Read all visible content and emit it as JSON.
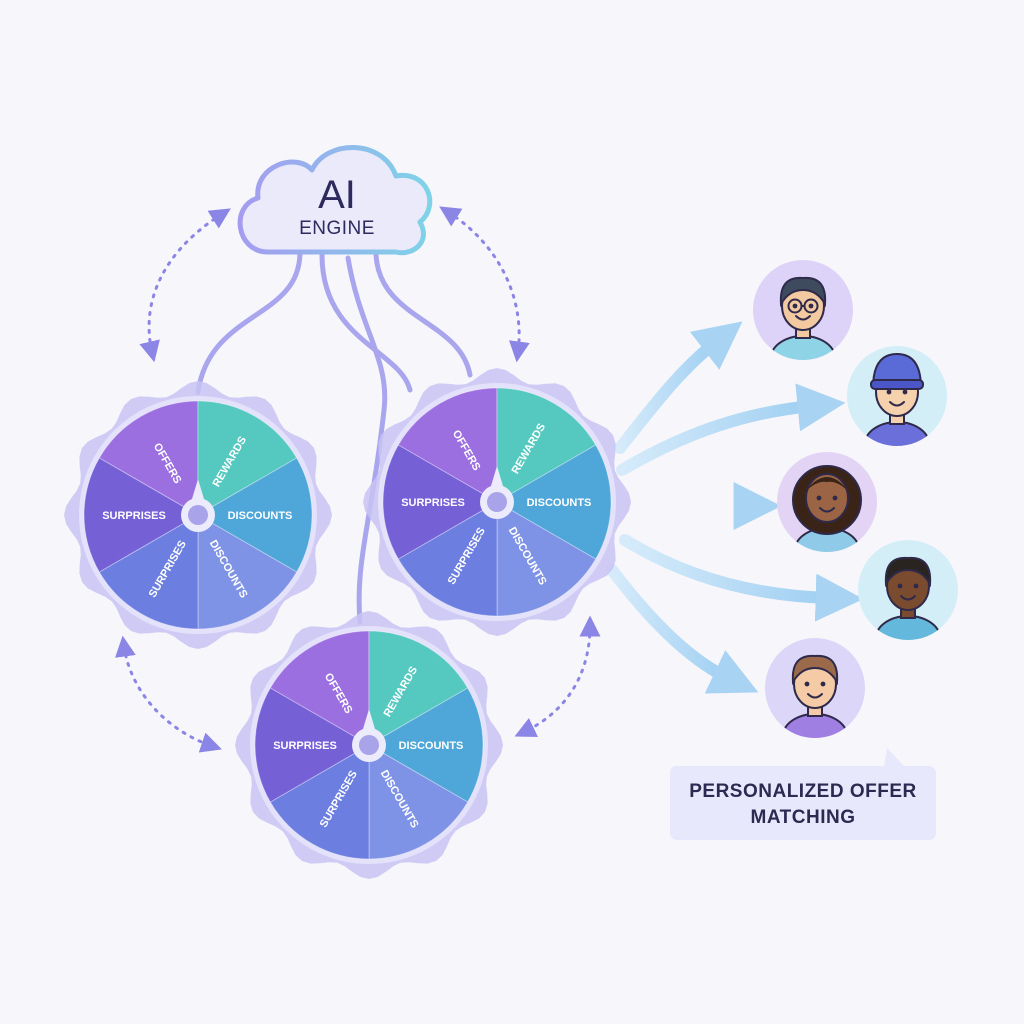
{
  "ai_engine": {
    "line1": "AI",
    "line2": "ENGINE"
  },
  "wheels": [
    {
      "segments": [
        {
          "label": "OFFERS",
          "color": "#9c6fe0"
        },
        {
          "label": "REWARDS",
          "color": "#55c8bf"
        },
        {
          "label": "DISCOUNTS",
          "color": "#4fa6d8"
        },
        {
          "label": "DISCOUNTS",
          "color": "#7e93e6"
        },
        {
          "label": "SURPRISES",
          "color": "#6c7fe0"
        },
        {
          "label": "SURPRISES",
          "color": "#7560d6"
        }
      ]
    },
    {
      "segments": [
        {
          "label": "OFFERS",
          "color": "#9c6fe0"
        },
        {
          "label": "REWARDS",
          "color": "#55c8bf"
        },
        {
          "label": "DISCOUNTS",
          "color": "#4fa6d8"
        },
        {
          "label": "DISCOUNTS",
          "color": "#7e93e6"
        },
        {
          "label": "SURPRISES",
          "color": "#6c7fe0"
        },
        {
          "label": "SURPRISES",
          "color": "#7560d6"
        }
      ]
    },
    {
      "segments": [
        {
          "label": "OFFERS",
          "color": "#9c6fe0"
        },
        {
          "label": "REWARDS",
          "color": "#55c8bf"
        },
        {
          "label": "DISCOUNTS",
          "color": "#4fa6d8"
        },
        {
          "label": "DISCOUNTS",
          "color": "#7e93e6"
        },
        {
          "label": "SURPRISES",
          "color": "#6c7fe0"
        },
        {
          "label": "SURPRISES",
          "color": "#7560d6"
        }
      ]
    }
  ],
  "customers": [
    {
      "icon": "person-glasses-icon"
    },
    {
      "icon": "person-beanie-icon"
    },
    {
      "icon": "person-curly-hair-icon"
    },
    {
      "icon": "person-short-hair-icon"
    },
    {
      "icon": "person-kid-icon"
    }
  ],
  "callout": {
    "line1": "PERSONALIZED OFFER",
    "line2": "MATCHING"
  },
  "colors": {
    "background": "#f6f6fb",
    "connector": "#a9a6ee",
    "arrow": "#b3d8f4",
    "callout_bg": "#e7e8fb"
  }
}
